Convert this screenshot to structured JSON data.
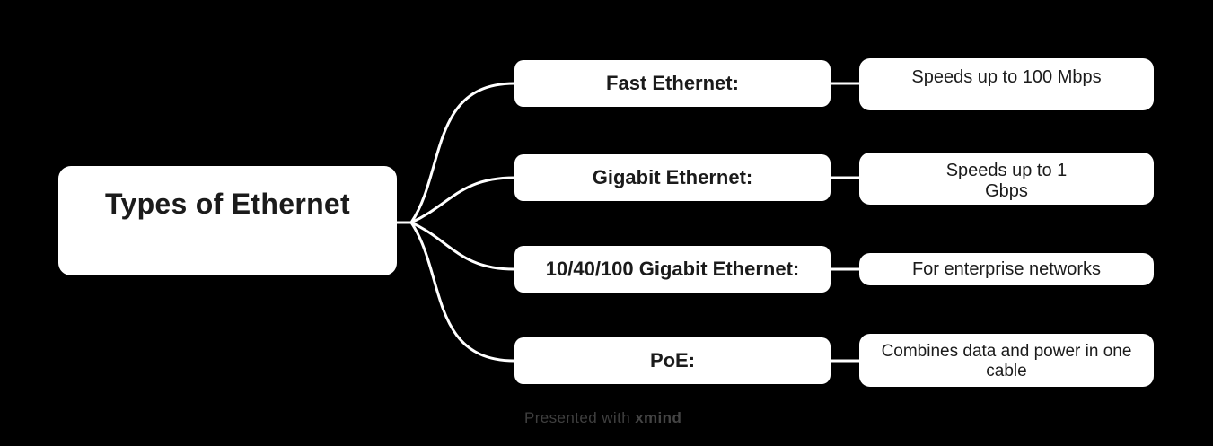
{
  "canvas": {
    "background_color": "#000000",
    "node_background_color": "#ffffff",
    "node_text_color": "#1b1b1b",
    "connector_color": "#ffffff"
  },
  "root": {
    "label": "Types of Ethernet"
  },
  "branches": [
    {
      "label": "Fast Ethernet:",
      "detail": "Speeds up to 100 Mbps"
    },
    {
      "label": "Gigabit Ethernet:",
      "detail": "Speeds up to 1\nGbps"
    },
    {
      "label": "10/40/100 Gigabit Ethernet:",
      "detail": "For enterprise networks"
    },
    {
      "label": "PoE:",
      "detail": "Combines data and power in one cable"
    }
  ],
  "footer": {
    "prefix": "Presented with ",
    "brand": "xmind"
  }
}
